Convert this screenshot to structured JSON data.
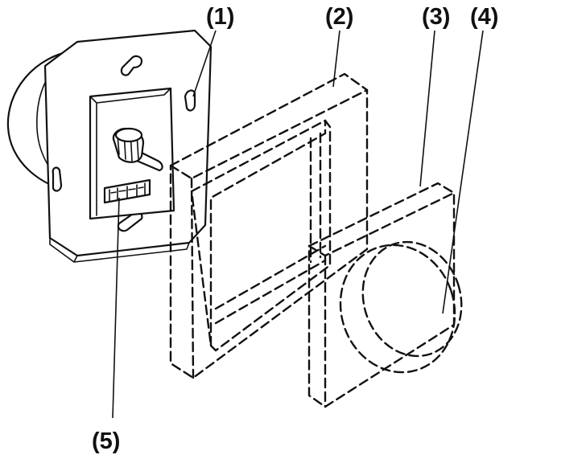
{
  "diagram": {
    "callouts": {
      "c1": "(1)",
      "c2": "(2)",
      "c3": "(3)",
      "c4": "(4)",
      "c5": "(5)"
    }
  }
}
